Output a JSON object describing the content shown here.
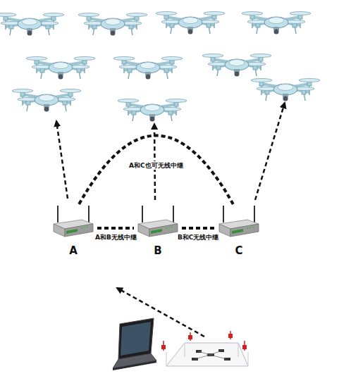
{
  "diagram": {
    "nodes": [
      {
        "text": [
          "A"
        ]
      },
      {
        "text": [
          "B"
        ]
      },
      {
        "text": [
          "C"
        ]
      }
    ],
    "edges": [
      {
        "from": 0,
        "to": 1,
        "arrow": "none",
        "label": "A和B无线中继"
      },
      {
        "from": 1,
        "to": 2,
        "arrow": "none",
        "label": "B和C无线中继"
      },
      {
        "from": 0,
        "to": 2,
        "arrow": "none",
        "label": "A和C也可无线中继"
      }
    ]
  }
}
